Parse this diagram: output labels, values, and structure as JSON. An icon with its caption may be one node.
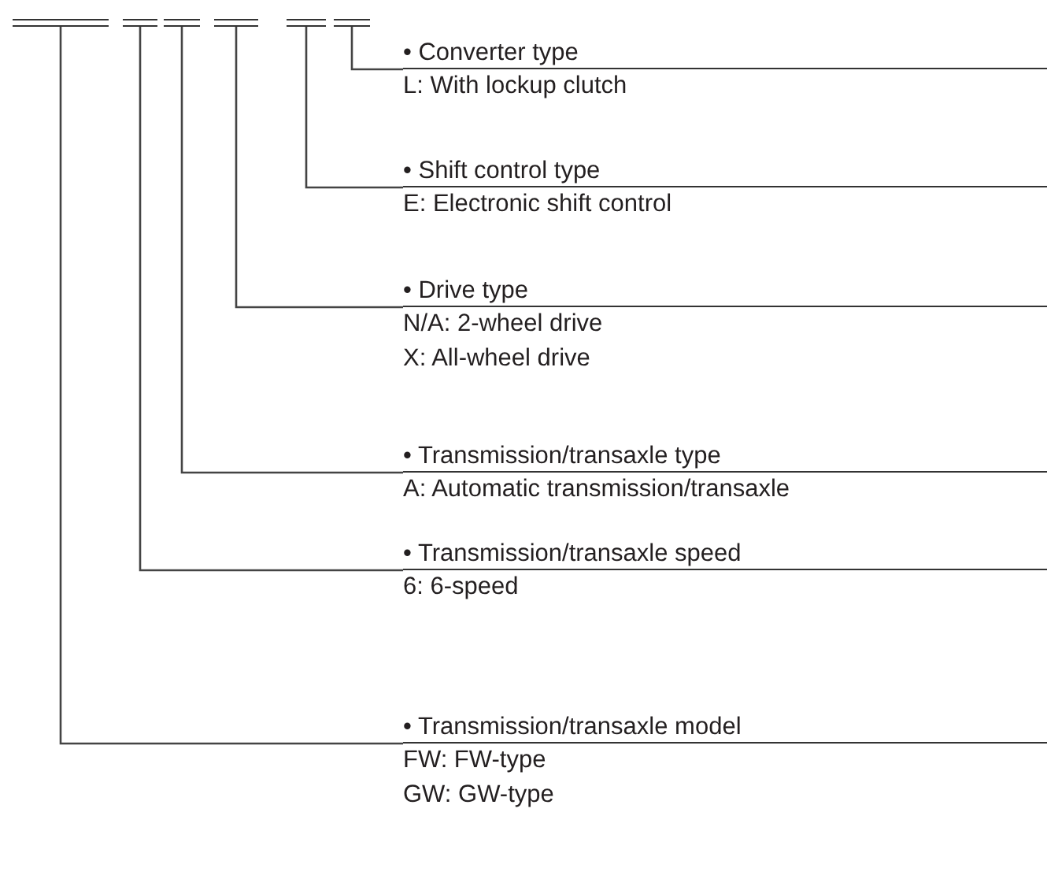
{
  "diagram": {
    "nodes": [
      {
        "text": [],
        "shape": "bar"
      },
      {
        "text": [],
        "shape": "bar"
      },
      {
        "text": [],
        "shape": "bar"
      },
      {
        "text": [],
        "shape": "bar"
      },
      {
        "text": [],
        "shape": "bar"
      },
      {
        "text": [],
        "shape": "bar"
      },
      {
        "text": [
          "• Converter type",
          "L: With lockup clutch"
        ]
      },
      {
        "text": [
          "• Shift control type",
          "E: Electronic shift control"
        ]
      },
      {
        "text": [
          "• Drive type",
          "N/A: 2-wheel drive",
          "X: All-wheel drive"
        ]
      },
      {
        "text": [
          "• Transmission/transaxle type",
          "A: Automatic transmission/transaxle"
        ]
      },
      {
        "text": [
          "• Transmission/transaxle speed",
          "6: 6-speed"
        ]
      },
      {
        "text": [
          "• Transmission/transaxle model",
          "FW: FW-type",
          "GW: GW-type"
        ]
      }
    ],
    "edges": [
      {
        "from": 5,
        "to": 6,
        "arrow": "none"
      },
      {
        "from": 4,
        "to": 7,
        "arrow": "none"
      },
      {
        "from": 3,
        "to": 8,
        "arrow": "none"
      },
      {
        "from": 2,
        "to": 9,
        "arrow": "none"
      },
      {
        "from": 1,
        "to": 10,
        "arrow": "none"
      },
      {
        "from": 0,
        "to": 11,
        "arrow": "none"
      }
    ]
  }
}
